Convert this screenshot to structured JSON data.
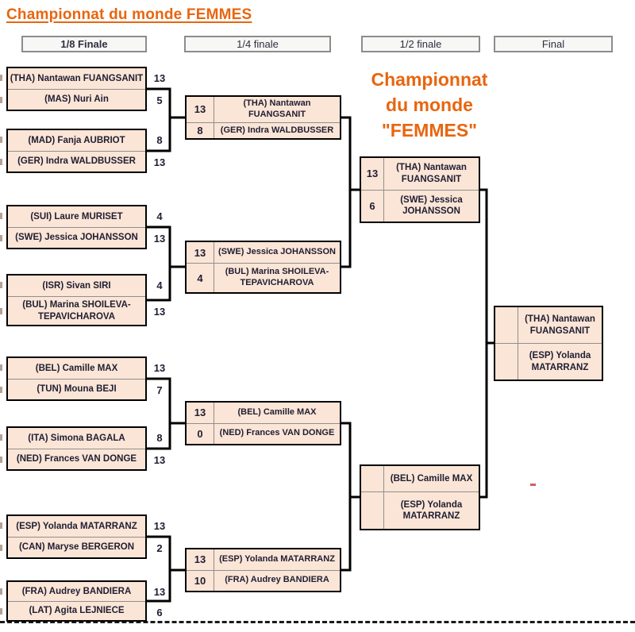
{
  "page_title": "Championnat du monde FEMMES",
  "center": {
    "line1": "Championnat",
    "line2": "du monde",
    "line3": "\"FEMMES\""
  },
  "headers": {
    "r16": "1/8 Finale",
    "qf": "1/4 finale",
    "sf": "1/2 finale",
    "final": "Final"
  },
  "colors": {
    "accent_orange": "#e8650f",
    "cell_fill": "#fbe5d6",
    "box_border": "#000000",
    "inner_divider": "#8f8f8f",
    "header_fill": "#f7f7f5",
    "header_border": "#8c8c8c",
    "text": "#1f1e33",
    "red_mark": "#c23a36"
  },
  "rounds": {
    "r16": [
      {
        "p1": "(THA) Nantawan FUANGSANIT",
        "s1": "13",
        "p2": "(MAS) Nuri Ain",
        "s2": "5"
      },
      {
        "p1": "(MAD) Fanja AUBRIOT",
        "s1": "8",
        "p2": "(GER) Indra WALDBUSSER",
        "s2": "13"
      },
      {
        "p1": "(SUI) Laure MURISET",
        "s1": "4",
        "p2": "(SWE) Jessica JOHANSSON",
        "s2": "13"
      },
      {
        "p1": "(ISR) Sivan SIRI",
        "s1": "4",
        "p2": "(BUL) Marina SHOILEVA-TEPAVICHAROVA",
        "s2": "13"
      },
      {
        "p1": "(BEL) Camille MAX",
        "s1": "13",
        "p2": "(TUN) Mouna BEJI",
        "s2": "7"
      },
      {
        "p1": "(ITA) Simona BAGALA",
        "s1": "8",
        "p2": "(NED) Frances VAN DONGE",
        "s2": "13"
      },
      {
        "p1": "(ESP) Yolanda MATARRANZ",
        "s1": "13",
        "p2": "(CAN) Maryse BERGERON",
        "s2": "2"
      },
      {
        "p1": "(FRA) Audrey BANDIERA",
        "s1": "13",
        "p2": "(LAT) Agita LEJNIECE",
        "s2": "6"
      }
    ],
    "qf": [
      {
        "s1": "13",
        "p1": "(THA) Nantawan FUANGSANIT",
        "s2": "8",
        "p2": "(GER) Indra WALDBUSSER"
      },
      {
        "s1": "13",
        "p1": "(SWE) Jessica JOHANSSON",
        "s2": "4",
        "p2": "(BUL) Marina SHOILEVA-TEPAVICHAROVA"
      },
      {
        "s1": "13",
        "p1": "(BEL) Camille MAX",
        "s2": "0",
        "p2": "(NED) Frances VAN DONGE"
      },
      {
        "s1": "13",
        "p1": "(ESP) Yolanda MATARRANZ",
        "s2": "10",
        "p2": "(FRA) Audrey BANDIERA"
      }
    ],
    "sf": [
      {
        "s1": "13",
        "p1": "(THA) Nantawan FUANGSANIT",
        "s2": "6",
        "p2": "(SWE) Jessica JOHANSSON"
      },
      {
        "s1": "",
        "p1": "(BEL) Camille MAX",
        "s2": "",
        "p2": "(ESP) Yolanda MATARRANZ"
      }
    ],
    "final": [
      {
        "s1": "",
        "p1": "(THA) Nantawan FUANGSANIT",
        "s2": "",
        "p2": "(ESP) Yolanda MATARRANZ"
      }
    ]
  }
}
